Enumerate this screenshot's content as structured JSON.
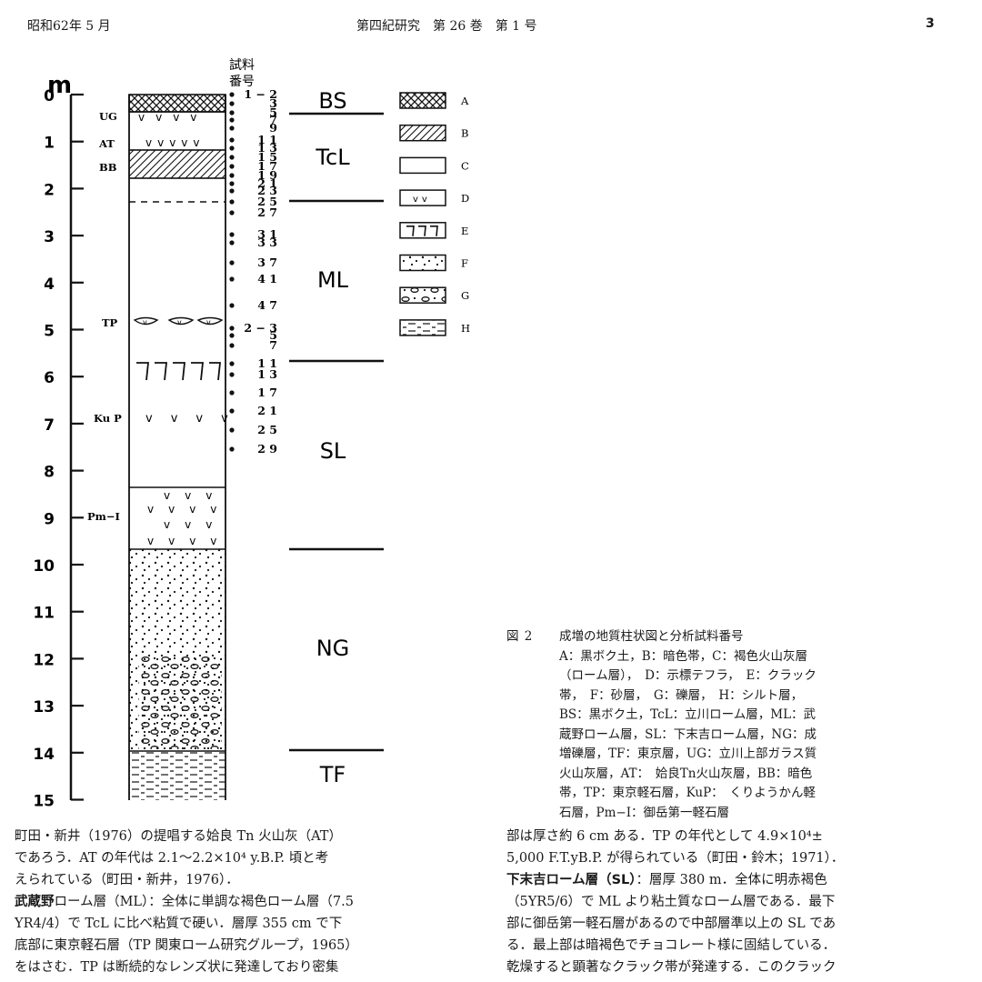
{
  "header": {
    "left": "昭和62年 5 月",
    "center": "第四紀研究　第 26 巻　第 1 号",
    "page": "3"
  },
  "figure": {
    "axis_unit": "m",
    "depth_ticks": [
      "0",
      "1",
      "2",
      "3",
      "4",
      "5",
      "6",
      "7",
      "8",
      "9",
      "10",
      "11",
      "12",
      "13",
      "14",
      "15"
    ],
    "sample_header": [
      "試料",
      "番号"
    ],
    "layer_labels": [
      "UG",
      "AT",
      "BB",
      "TP",
      "Ku P",
      "Pm−I"
    ],
    "sample_numbers": [
      {
        "text": "1 − 2"
      },
      {
        "text": "3"
      },
      {
        "text": "5"
      },
      {
        "text": "7"
      },
      {
        "text": "9"
      },
      {
        "text": "1 1"
      },
      {
        "text": "1 3"
      },
      {
        "text": "1 5"
      },
      {
        "text": "1 7"
      },
      {
        "text": "1 9"
      },
      {
        "text": "2 1"
      },
      {
        "text": "2 3"
      },
      {
        "text": "2 5"
      },
      {
        "text": "2 7"
      },
      {
        "text": "3 1"
      },
      {
        "text": "3 3"
      },
      {
        "text": "3 7"
      },
      {
        "text": "4 1"
      },
      {
        "text": "4 7"
      },
      {
        "text": "2 − 3"
      },
      {
        "text": "5"
      },
      {
        "text": "7"
      },
      {
        "text": "1 1"
      },
      {
        "text": "1 3"
      },
      {
        "text": "1 7"
      },
      {
        "text": "2 1"
      },
      {
        "text": "2 5"
      },
      {
        "text": "2 9"
      }
    ],
    "formations": [
      "BS",
      "TcL",
      "ML",
      "SL",
      "NG",
      "TF"
    ],
    "legend": [
      {
        "key": "A",
        "pattern": "crosshatch"
      },
      {
        "key": "B",
        "pattern": "diagonal-hatch"
      },
      {
        "key": "C",
        "pattern": "blank"
      },
      {
        "key": "D",
        "pattern": "v-marks"
      },
      {
        "key": "E",
        "pattern": "cracks"
      },
      {
        "key": "F",
        "pattern": "dots"
      },
      {
        "key": "G",
        "pattern": "pebbles"
      },
      {
        "key": "H",
        "pattern": "dashes"
      }
    ]
  },
  "caption": {
    "label": "図 2",
    "lines": [
      "成増の地質柱状図と分析試料番号",
      "A：黒ボク土，B：暗色帯，C：褐色火山灰層",
      "（ローム層），　D：示標テフラ，　E：クラック",
      "帯，　F：砂層，　G：礫層，　H：シルト層，",
      "BS：黒ボク土，TcL：立川ローム層，ML：武",
      "蔵野ローム層，SL：下末吉ローム層，NG：成",
      "増礫層，TF：東京層，UG：立川上部ガラス質",
      "火山灰層，AT：　姶良Tn火山灰層，BB：暗色",
      "帯，TP：東京軽石層，KuP：　くりようかん軽",
      "石層，Pm−I：御岳第一軽石層"
    ]
  },
  "body_left": {
    "lines": [
      "町田・新井（1976）の提唱する姶良 Tn 火山灰（AT）",
      "であろう．AT の年代は 2.1〜2.2×10⁴ y.B.P. 頃と考",
      "えられている（町田・新井，1976）．",
      "ローム層（ML）：全体に単調な褐色ローム層（7.5",
      "YR4/4）で TcL に比べ粘質で硬い．層厚 355 cm で下",
      "底部に東京軽石層（TP 関東ローム研究グループ，1965）",
      "をはさむ．TP は断続的なレンズ状に発達しており密集"
    ],
    "bold_terms": [
      "武蔵野"
    ]
  },
  "body_right": {
    "lines": [
      "部は厚さ約 6 cm ある．TP の年代として 4.9×10⁴±",
      "5,000 F.T.yB.P. が得られている（町田・鈴木；1971）．",
      "：層厚 380 m．全体に明赤褐色",
      "（5YR5/6）で ML より粘土質なローム層である．最下",
      "部に御岳第一軽石層があるので中部層準以上の SL であ",
      "る．最上部は暗褐色でチョコレート様に固結している．",
      "乾燥すると顕著なクラック帯が発達する．このクラック"
    ],
    "bold_terms": [
      "下末吉ローム層（SL）"
    ]
  }
}
